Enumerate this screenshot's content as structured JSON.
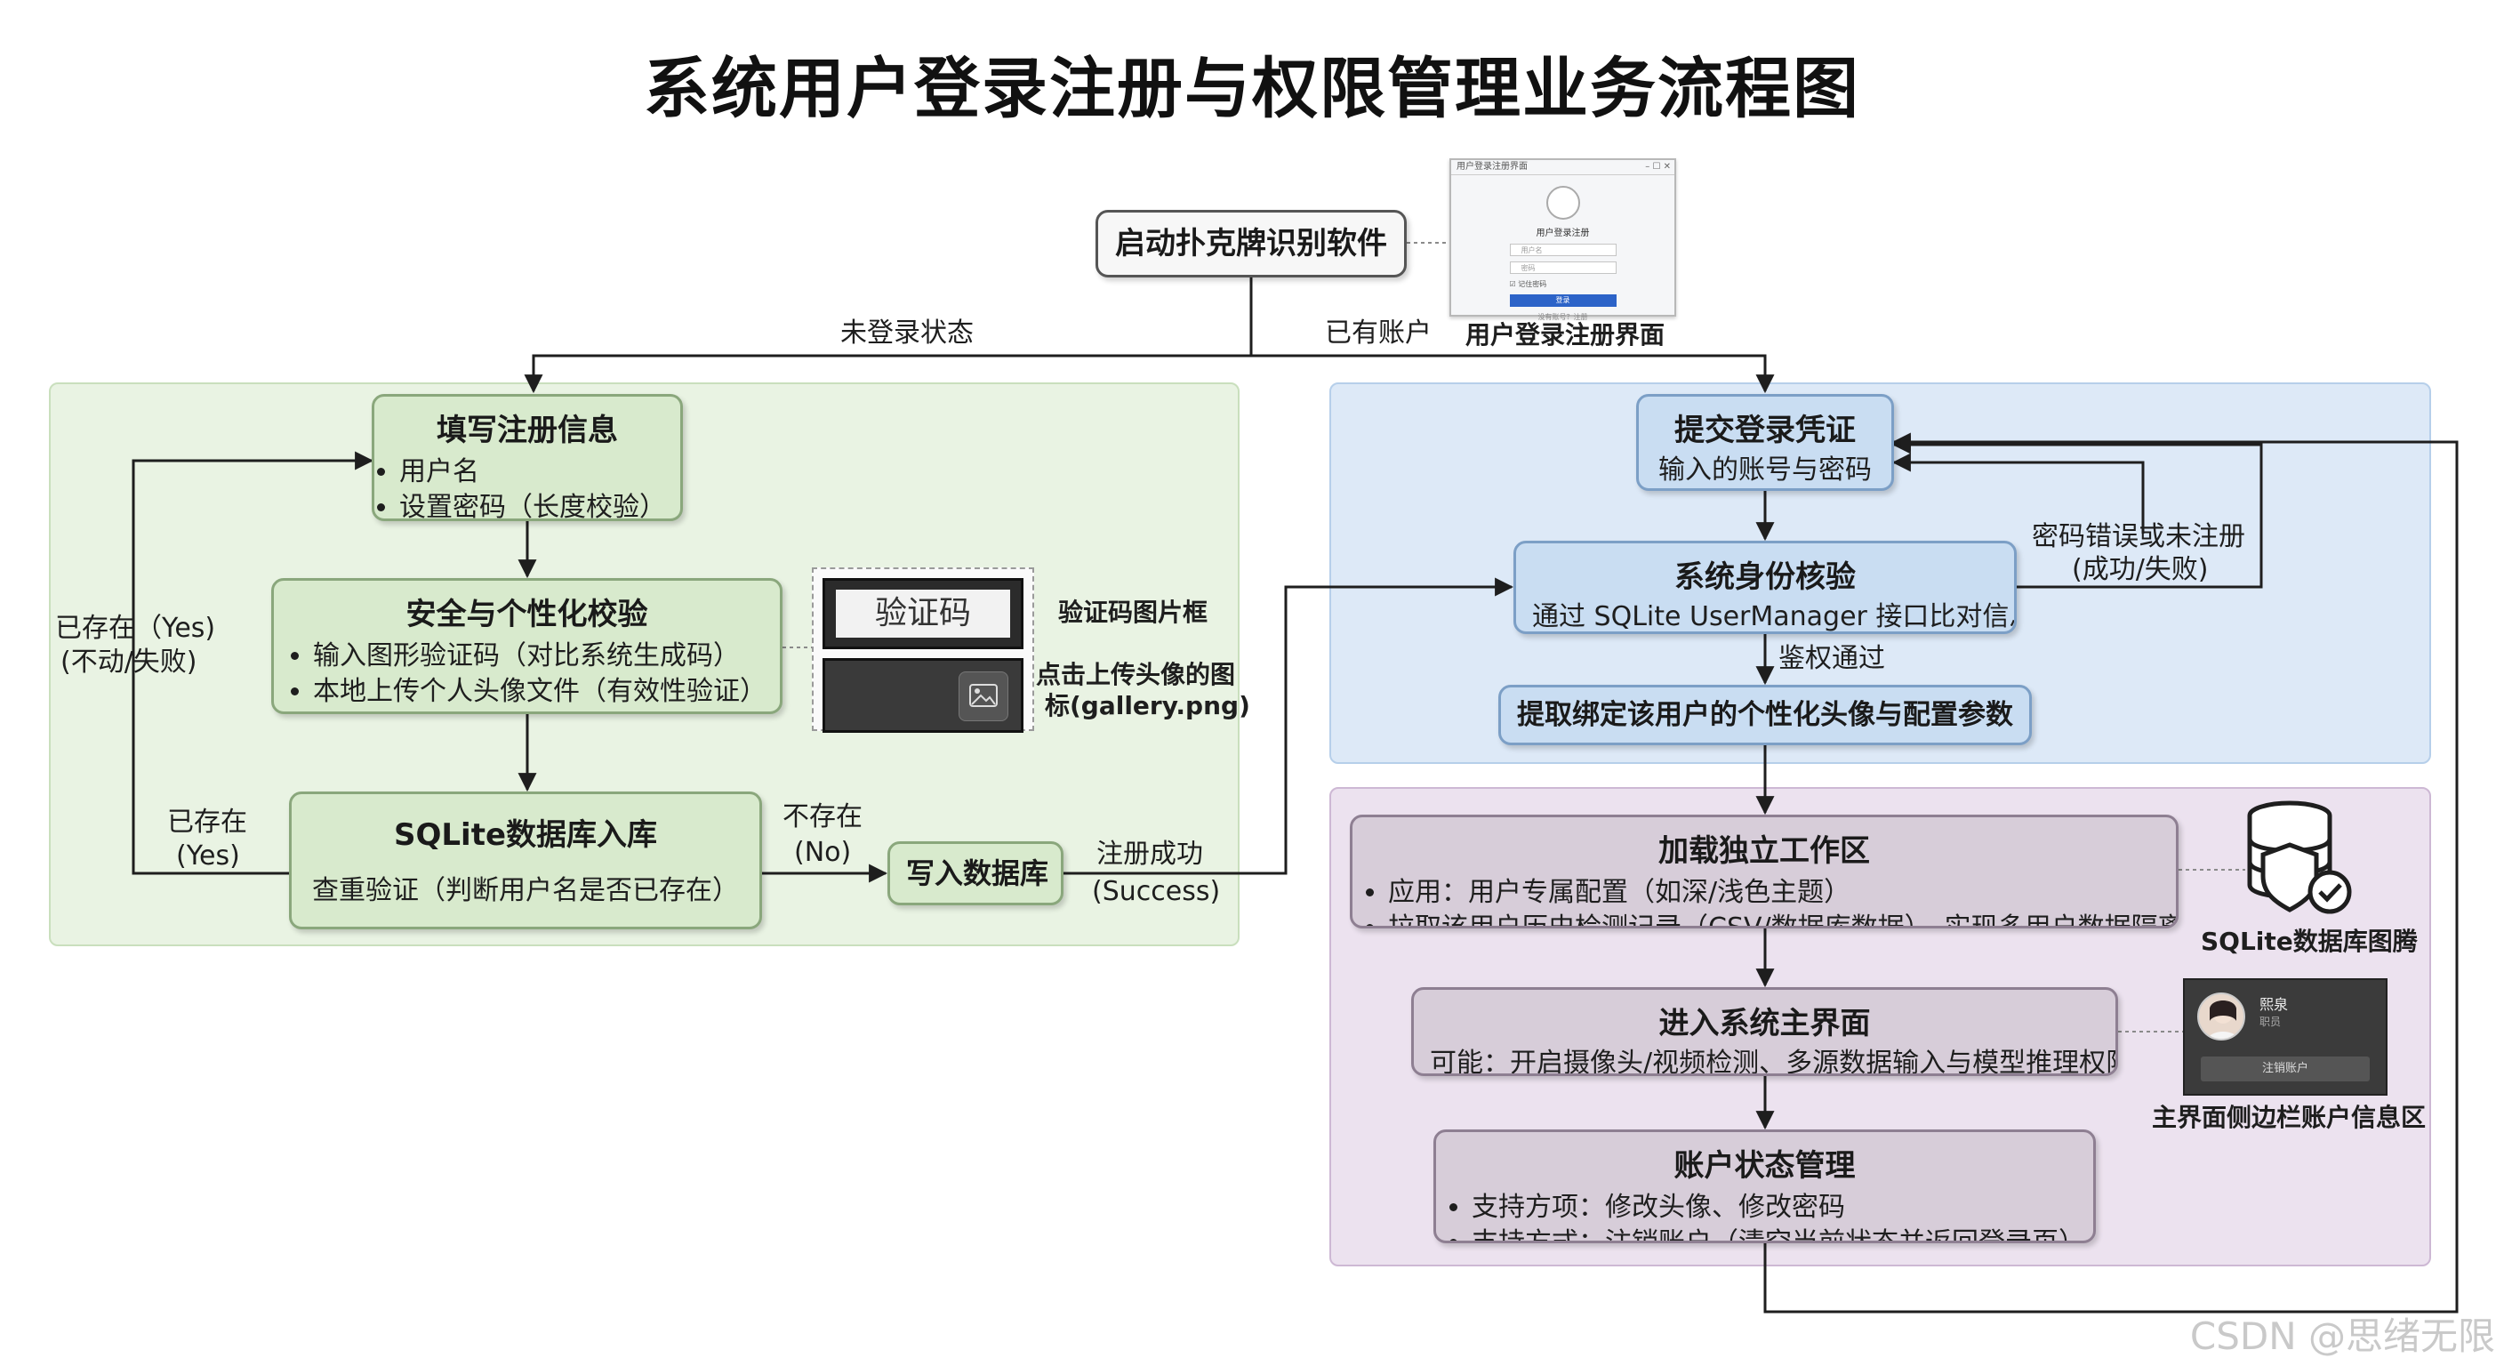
{
  "title": "系统用户登录注册与权限管理业务流程图",
  "nodes": {
    "start": {
      "title": "启动扑克牌识别软件"
    },
    "register": {
      "title": "填写注册信息",
      "items": [
        "用户名",
        "设置密码（长度校验）"
      ]
    },
    "security": {
      "title": "安全与个性化校验",
      "items": [
        "输入图形验证码（对比系统生成码）",
        "本地上传个人头像文件（有效性验证）"
      ]
    },
    "sqlite_store": {
      "title": "SQLite数据库入库",
      "desc": "查重验证（判断用户名是否已存在）"
    },
    "write_db": {
      "title": "写入数据库"
    },
    "submit_login": {
      "title": "提交登录凭证",
      "desc": "输入的账号与密码"
    },
    "auth": {
      "title": "系统身份核验",
      "desc": "通过 SQLite UserManager 接口比对信息"
    },
    "fetch_profile": {
      "title": "提取绑定该用户的个性化头像与配置参数"
    },
    "load_workspace": {
      "title": "加载独立工作区",
      "items": [
        "应用：用户专属配置（如深/浅色主题）",
        "拉取该用户历史检测记录（CSV/数据库数据），实现多用户数据隔离"
      ]
    },
    "main_ui": {
      "title": "进入系统主界面",
      "desc": "可能：开启摄像头/视频检测、多源数据输入与模型推理权限"
    },
    "account_mgmt": {
      "title": "账户状态管理",
      "items": [
        "支持方项：修改头像、修改密码",
        "支持方式：注销账户（清空当前状态并返回登录页）"
      ]
    }
  },
  "edge_labels": {
    "not_logged_in": "未登录状态",
    "has_account": "已有账户",
    "exists_yes_fail": [
      "已存在（Yes)",
      "(不动/失败)"
    ],
    "exists_yes": [
      "已存在",
      "(Yes)"
    ],
    "not_exists_no": [
      "不存在",
      "(No)"
    ],
    "register_success": [
      "注册成功",
      "(Success)"
    ],
    "wrong_password": [
      "密码错误或未注册",
      "(成功/失败)"
    ],
    "auth_passed": "鉴权通过"
  },
  "annotations": {
    "login_ui": "用户登录注册界面",
    "captcha_box": "验证码图片框",
    "upload_avatar": [
      "点击上传头像的图",
      "标(gallery.png)"
    ],
    "sqlite_icon": "SQLite数据库图腾",
    "sidebar_account": "主界面侧边栏账户信息区"
  },
  "login_screenshot": {
    "window_title": "用户登录注册界面",
    "panel_title": "用户登录注册",
    "username_placeholder": "用户名",
    "password_placeholder": "密码",
    "remember": "记住密码",
    "login_button": "登录",
    "register_link": "没有账号？注册"
  },
  "captcha_text": "验证码",
  "profile_card": {
    "name": "熙泉",
    "role": "职员",
    "logout_button": "注销账户"
  },
  "watermark": "CSDN @思绪无限",
  "colors": {
    "register_zone": "#e9f3e3",
    "login_zone": "#dde9f7",
    "workspace_zone": "#ece2ef",
    "arrow": "#1e1e1e"
  }
}
